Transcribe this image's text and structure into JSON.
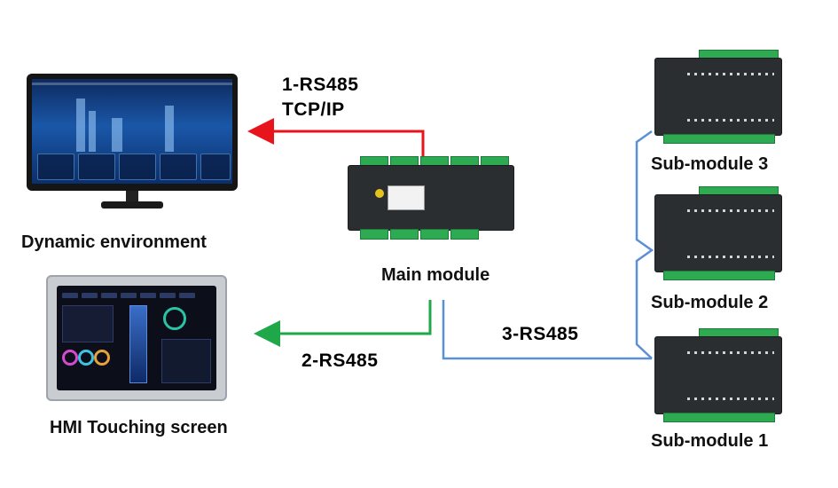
{
  "nodes": {
    "dynamic_environment": {
      "label": "Dynamic environment"
    },
    "hmi": {
      "label": "HMI Touching screen"
    },
    "main_module": {
      "label": "Main module"
    },
    "sub_module_3": {
      "label": "Sub-module 3"
    },
    "sub_module_2": {
      "label": "Sub-module 2"
    },
    "sub_module_1": {
      "label": "Sub-module 1"
    }
  },
  "links": {
    "link1": {
      "line1": "1-RS485",
      "line2": "TCP/IP",
      "color": "#e8141b"
    },
    "link2": {
      "label": "2-RS485",
      "color": "#1fa84a"
    },
    "link3": {
      "label": "3-RS485",
      "color": "#5b8fd6"
    }
  }
}
